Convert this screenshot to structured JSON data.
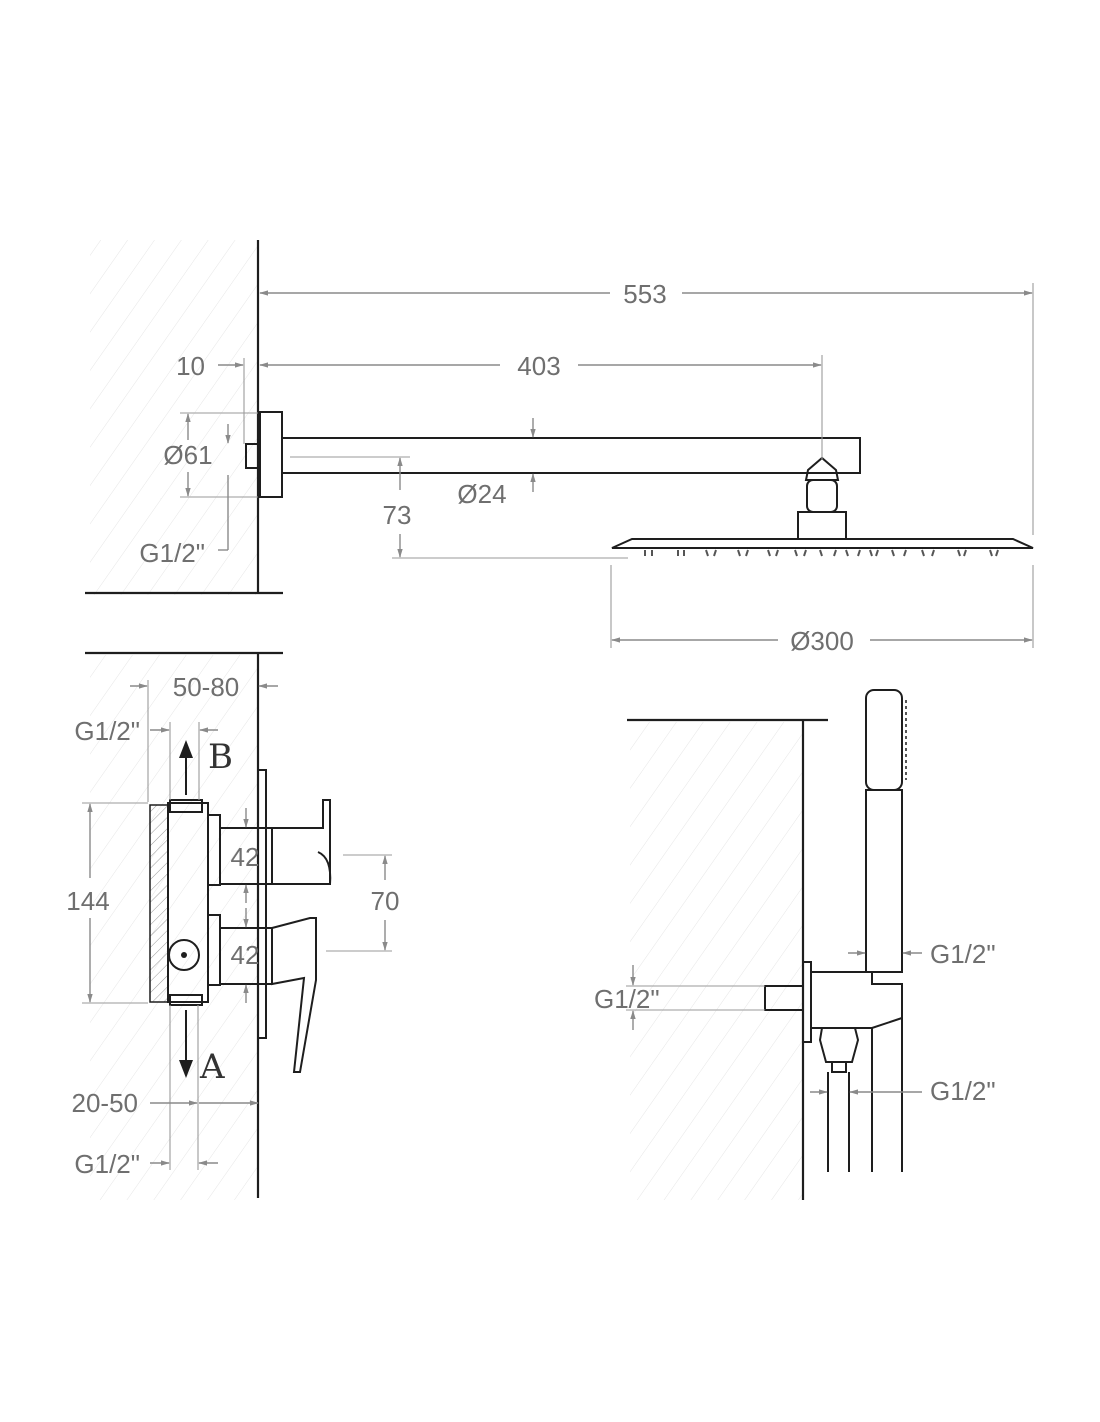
{
  "head_shower": {
    "overall_length": "553",
    "arm_to_head_center": "403",
    "flange_depth": "10",
    "flange_diameter": "Ø61",
    "arm_diameter": "Ø24",
    "drop": "73",
    "inlet_thread": "G1/2\"",
    "head_diameter": "Ø300"
  },
  "mixer": {
    "recess_depth": "50-80",
    "outlet_thread_top": "G1/2\"",
    "outlet_b": "B",
    "body_height": "144",
    "cartridge_upper": "42",
    "cartridge_lower": "42",
    "lever_spacing": "70",
    "outlet_a": "A",
    "cover_depth": "20-50",
    "inlet_thread_bottom": "G1/2\""
  },
  "hand_shower": {
    "handset_thread": "G1/2\"",
    "wall_outlet_thread": "G1/2\"",
    "hose_thread": "G1/2\""
  }
}
